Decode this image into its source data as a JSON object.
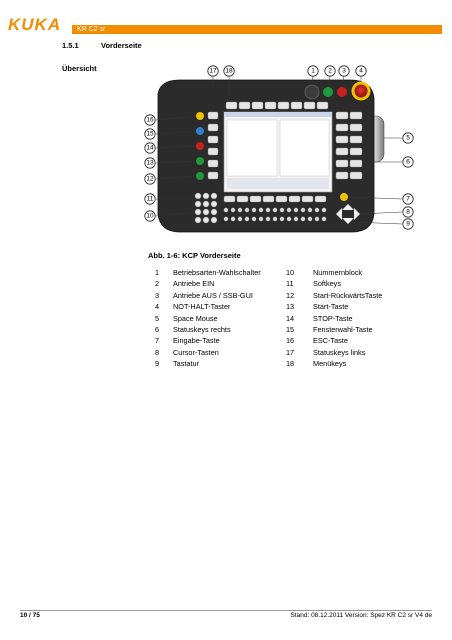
{
  "header": {
    "logo": "KUKA",
    "document_name": "KR C2 sr"
  },
  "section": {
    "number": "1.5.1",
    "title": "Vorderseite"
  },
  "side_label": "Übersicht",
  "figure": {
    "caption": "Abb. 1-6: KCP Vorderseite",
    "callouts": [
      "17",
      "18",
      "1",
      "2",
      "3",
      "4",
      "16",
      "15",
      "14",
      "13",
      "12",
      "11",
      "10",
      "5",
      "6",
      "7",
      "8",
      "9"
    ]
  },
  "legend": [
    {
      "n1": "1",
      "t1": "Betriebsarten-Wahlschalter",
      "n2": "10",
      "t2": "Nummernblock"
    },
    {
      "n1": "2",
      "t1": "Antriebe EIN",
      "n2": "11",
      "t2": "Softkeys"
    },
    {
      "n1": "3",
      "t1": "Antriebe AUS / SSB-GUI",
      "n2": "12",
      "t2": "Start-RückwärtsTaste"
    },
    {
      "n1": "4",
      "t1": "NOT-HALT-Taster",
      "n2": "13",
      "t2": "Start-Taste"
    },
    {
      "n1": "5",
      "t1": "Space Mouse",
      "n2": "14",
      "t2": "STOP-Taste"
    },
    {
      "n1": "6",
      "t1": "Statuskeys rechts",
      "n2": "15",
      "t2": "Fensterwahl-Taste"
    },
    {
      "n1": "7",
      "t1": "Eingabe-Taste",
      "n2": "16",
      "t2": "ESC-Taste"
    },
    {
      "n1": "8",
      "t1": "Cursor-Tasten",
      "n2": "17",
      "t2": "Statuskeys links"
    },
    {
      "n1": "9",
      "t1": "Tastatur",
      "n2": "18",
      "t2": "Menükeys"
    }
  ],
  "footer": {
    "page": "10 / 75",
    "status": "Stand: 08.12.2011 Version: Spez KR C2 sr V4 de"
  },
  "colors": {
    "brand_orange": "#f28c00",
    "pendant_body": "#2b2b2b",
    "button_red": "#c8201e",
    "button_green": "#1e9a3c",
    "estop_yellow": "#f2c200"
  }
}
